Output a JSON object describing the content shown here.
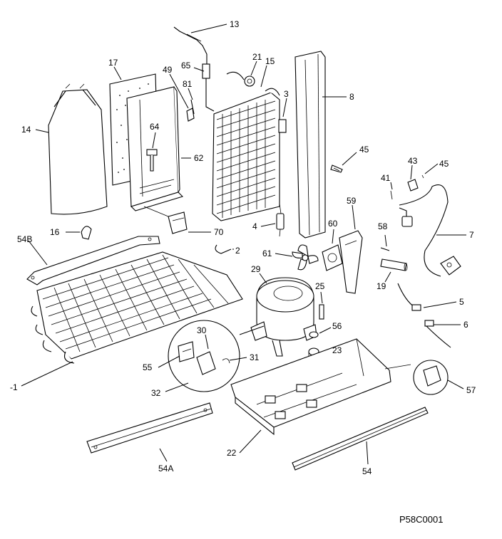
{
  "diagram": {
    "drawing_code": "P58C0001",
    "callouts": [
      {
        "id": "13",
        "name": "callout-13",
        "text": "13"
      },
      {
        "id": "21",
        "name": "callout-21",
        "text": "21"
      },
      {
        "id": "15",
        "name": "callout-15",
        "text": "15"
      },
      {
        "id": "17",
        "name": "callout-17",
        "text": "17"
      },
      {
        "id": "49",
        "name": "callout-49",
        "text": "49"
      },
      {
        "id": "65",
        "name": "callout-65",
        "text": "65"
      },
      {
        "id": "81",
        "name": "callout-81",
        "text": "81"
      },
      {
        "id": "3",
        "name": "callout-3",
        "text": "3"
      },
      {
        "id": "8",
        "name": "callout-8",
        "text": "8"
      },
      {
        "id": "14",
        "name": "callout-14",
        "text": "14"
      },
      {
        "id": "64",
        "name": "callout-64",
        "text": "64"
      },
      {
        "id": "62",
        "name": "callout-62",
        "text": "62"
      },
      {
        "id": "45a",
        "name": "callout-45-screw",
        "text": "45"
      },
      {
        "id": "43",
        "name": "callout-43",
        "text": "43"
      },
      {
        "id": "45b",
        "name": "callout-45-clip",
        "text": "45"
      },
      {
        "id": "41",
        "name": "callout-41",
        "text": "41"
      },
      {
        "id": "16",
        "name": "callout-16",
        "text": "16"
      },
      {
        "id": "70",
        "name": "callout-70",
        "text": "70"
      },
      {
        "id": "4",
        "name": "callout-4",
        "text": "4"
      },
      {
        "id": "59",
        "name": "callout-59",
        "text": "59"
      },
      {
        "id": "60",
        "name": "callout-60",
        "text": "60"
      },
      {
        "id": "58",
        "name": "callout-58",
        "text": "58"
      },
      {
        "id": "7",
        "name": "callout-7",
        "text": "7"
      },
      {
        "id": "54B",
        "name": "callout-54b",
        "text": "54B"
      },
      {
        "id": "2",
        "name": "callout-2",
        "text": "2"
      },
      {
        "id": "61",
        "name": "callout-61",
        "text": "61"
      },
      {
        "id": "29",
        "name": "callout-29",
        "text": "29"
      },
      {
        "id": "19",
        "name": "callout-19",
        "text": "19"
      },
      {
        "id": "25",
        "name": "callout-25",
        "text": "25"
      },
      {
        "id": "5",
        "name": "callout-5",
        "text": "5"
      },
      {
        "id": "6",
        "name": "callout-6",
        "text": "6"
      },
      {
        "id": "30",
        "name": "callout-30",
        "text": "30"
      },
      {
        "id": "56",
        "name": "callout-56",
        "text": "56"
      },
      {
        "id": "23",
        "name": "callout-23",
        "text": "23"
      },
      {
        "id": "31",
        "name": "callout-31",
        "text": "31"
      },
      {
        "id": "55",
        "name": "callout-55",
        "text": "55"
      },
      {
        "id": "1",
        "name": "callout-1",
        "text": "-1"
      },
      {
        "id": "32",
        "name": "callout-32",
        "text": "32"
      },
      {
        "id": "57",
        "name": "callout-57",
        "text": "57"
      },
      {
        "id": "22",
        "name": "callout-22",
        "text": "22"
      },
      {
        "id": "54A",
        "name": "callout-54a",
        "text": "54A"
      },
      {
        "id": "54",
        "name": "callout-54",
        "text": "54"
      }
    ]
  }
}
